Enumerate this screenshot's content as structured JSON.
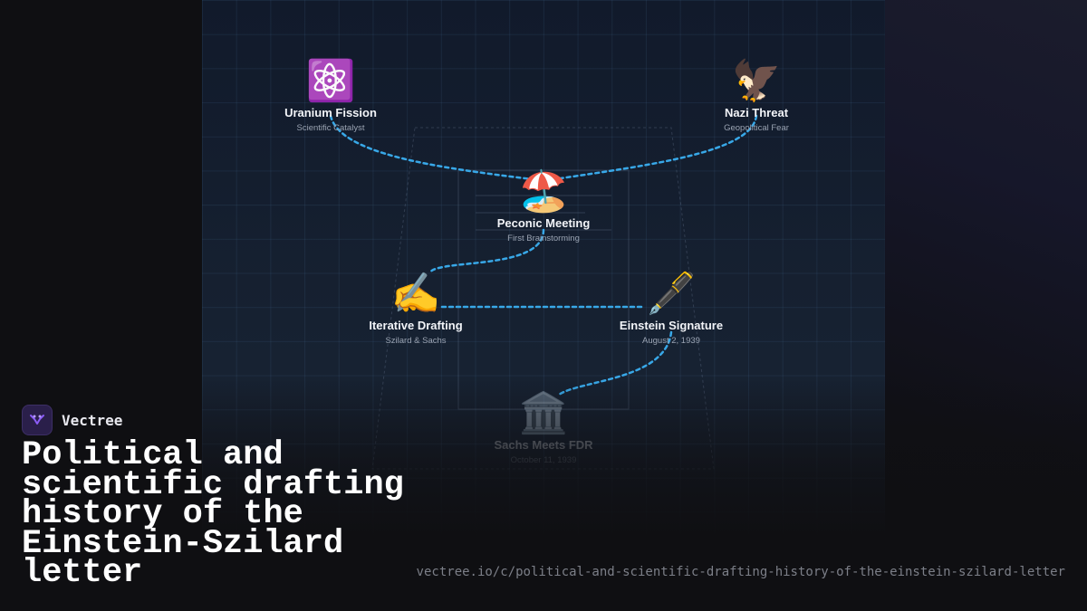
{
  "brand": {
    "name": "Vectree",
    "accent": "#8b5cf6"
  },
  "headline": "Political and scientific drafting history of the Einstein-Szilard letter",
  "url": "vectree.io/c/political-and-scientific-drafting-history-of-the-einstein-szilard-letter",
  "colors": {
    "edge": "#38a8e8",
    "background": "#0f0f12"
  },
  "diagram": {
    "nodes": [
      {
        "icon": "⚛️",
        "icon_name": "atom-icon",
        "title": "Uranium Fission",
        "subtitle": "Scientific Catalyst"
      },
      {
        "icon": "🦅",
        "icon_name": "eagle-icon",
        "title": "Nazi Threat",
        "subtitle": "Geopolitical Fear"
      },
      {
        "icon": "🏖️",
        "icon_name": "beach-icon",
        "title": "Peconic Meeting",
        "subtitle": "First Brainstorming"
      },
      {
        "icon": "✍️",
        "icon_name": "writing-hand-icon",
        "title": "Iterative Drafting",
        "subtitle": "Szilard & Sachs"
      },
      {
        "icon": "🖋️",
        "icon_name": "fountain-pen-icon",
        "title": "Einstein Signature",
        "subtitle": "August 2, 1939"
      },
      {
        "icon": "🏛️",
        "icon_name": "classical-building-icon",
        "title": "Sachs Meets FDR",
        "subtitle": "October 11, 1939"
      }
    ],
    "edges": [
      {
        "from": "Uranium Fission",
        "to": "Peconic Meeting"
      },
      {
        "from": "Nazi Threat",
        "to": "Peconic Meeting"
      },
      {
        "from": "Peconic Meeting",
        "to": "Iterative Drafting"
      },
      {
        "from": "Iterative Drafting",
        "to": "Einstein Signature"
      },
      {
        "from": "Einstein Signature",
        "to": "Sachs Meets FDR"
      }
    ]
  }
}
